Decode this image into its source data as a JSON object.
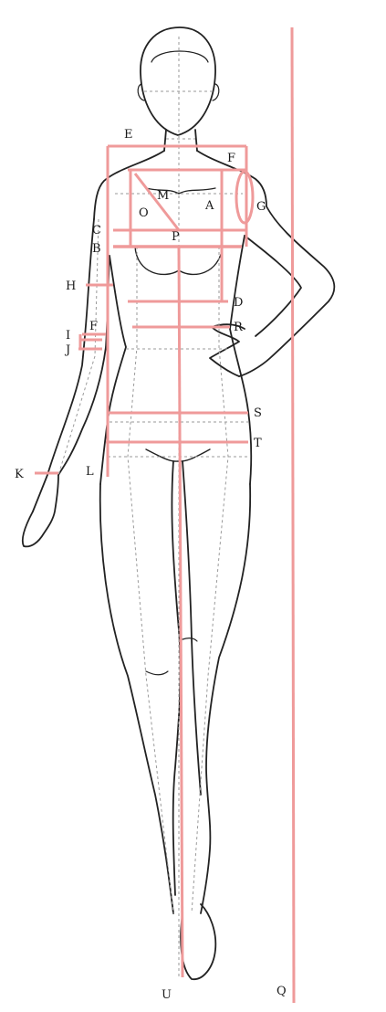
{
  "colors": {
    "measurement": "#ef9a9a",
    "outline": "#222222",
    "guide": "#9a9a9a",
    "label": "#1a1a1a",
    "background": "#ffffff"
  },
  "labels": {
    "A": "A",
    "B": "B",
    "C": "C",
    "D": "D",
    "E": "E",
    "F": "F",
    "F2": "F",
    "G": "G",
    "H": "H",
    "I": "I",
    "J": "J",
    "K": "K",
    "L": "L",
    "M": "M",
    "O": "O",
    "P": "P",
    "Q": "Q",
    "R": "R",
    "S": "S",
    "T": "T",
    "U": "U"
  }
}
